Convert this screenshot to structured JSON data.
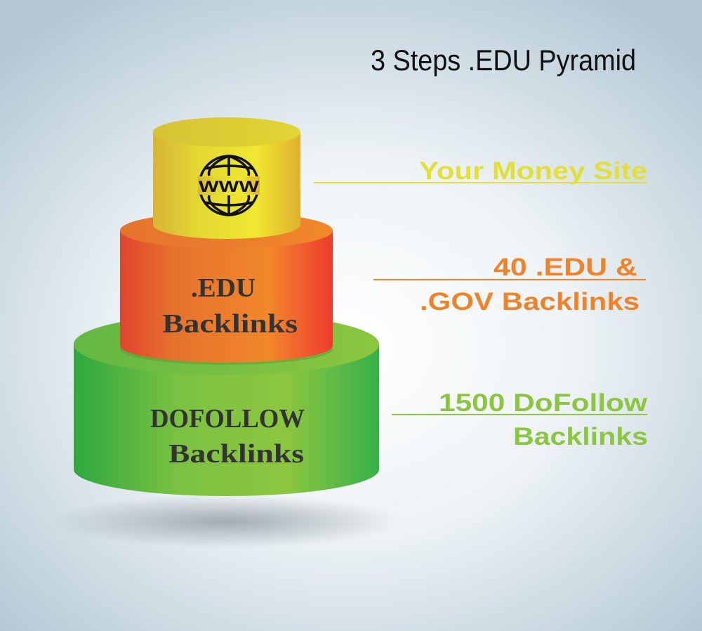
{
  "title": "3 Steps .EDU Pyramid",
  "tiers": [
    {
      "name": "money-site",
      "icon": "globe-www-icon",
      "icon_text": "WWW",
      "color": "#e8e030",
      "label_lines": [
        "Your Money Site"
      ]
    },
    {
      "name": "edu",
      "cylinder_lines": [
        ".EDU",
        "Backlinks"
      ],
      "color": "#f0832a",
      "label_lines": [
        "40 .EDU &",
        ".GOV Backlinks"
      ]
    },
    {
      "name": "dofollow",
      "cylinder_lines": [
        "DOFOLLOW",
        "Backlinks"
      ],
      "color": "#8cc63f",
      "label_lines": [
        "1500 DoFollow",
        "Backlinks"
      ]
    }
  ],
  "colors": {
    "yellow_label": "#e2e037",
    "orange_label": "#f0832a",
    "green_label": "#8cc63f",
    "text_dark": "#333333"
  }
}
